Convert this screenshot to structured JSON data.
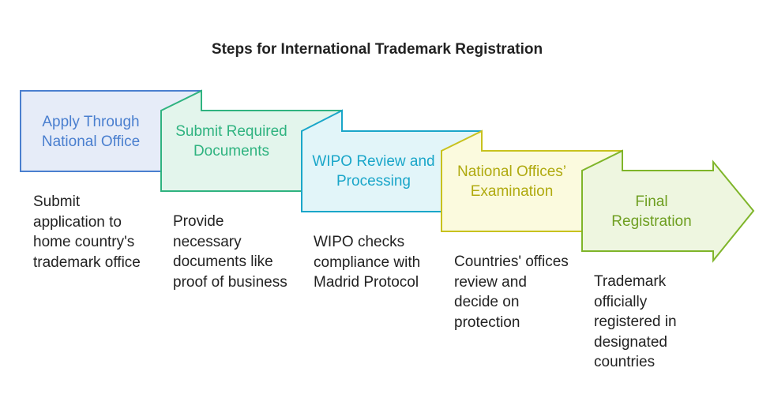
{
  "title": "Steps for International Trademark Registration",
  "steps": [
    {
      "label": "Apply Through National Office",
      "description": "Submit application to home country's trademark office",
      "color": "#4a7fcf",
      "fill": "#e6ecf8"
    },
    {
      "label": "Submit Required Documents",
      "description": "Provide necessary documents like proof of business",
      "color": "#2fb380",
      "fill": "#e3f5ec"
    },
    {
      "label": "WIPO Review and Processing",
      "description": "WIPO checks compliance with Madrid Protocol",
      "color": "#1aa6c9",
      "fill": "#e2f5f9"
    },
    {
      "label": "National Offices’ Examination",
      "description": "Countries' offices review and decide on protection",
      "color": "#c8c21e",
      "fill": "#fbfade"
    },
    {
      "label": "Final Registration",
      "description": "Trademark officially registered in designated countries",
      "color": "#7fb52a",
      "fill": "#eef6e0"
    }
  ]
}
